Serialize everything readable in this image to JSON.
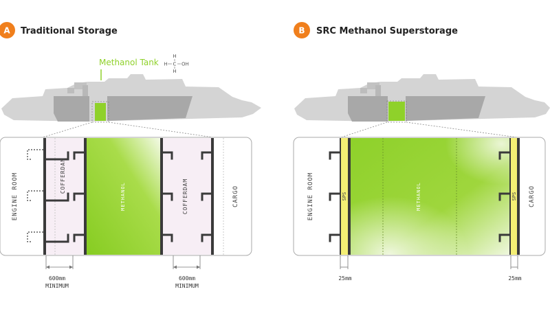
{
  "panel_a": {
    "badge": "A",
    "title": "Traditional Storage",
    "tank_callout": "Methanol Tank",
    "formula": {
      "h_top": "H",
      "c": "C",
      "oh": "OH",
      "h_left": "H",
      "h_bottom": "H"
    },
    "labels": {
      "engine_room": "ENGINE ROOM",
      "cofferdam_left": "COFFERDAM",
      "methanol": "METHANOL",
      "cofferdam_right": "COFFERDAM",
      "cargo": "CARGO"
    },
    "dimension_left": {
      "value": "600mm",
      "note": "MINIMUM"
    },
    "dimension_right": {
      "value": "600mm",
      "note": "MINIMUM"
    }
  },
  "panel_b": {
    "badge": "B",
    "title": "SRC Methanol Superstorage",
    "labels": {
      "engine_room": "ENGINE ROOM",
      "sps_left": "SPS",
      "methanol": "METHANOL",
      "sps_right": "SPS",
      "cargo": "CARGO"
    },
    "dimension_left": "25mm",
    "dimension_right": "25mm"
  },
  "colors": {
    "badge_orange": "#f07f1c",
    "methanol_green": "#8fd12a",
    "ship_grey": "#d4d4d4",
    "ship_dark_grey": "#a8a8a8",
    "cofferdam_pink": "#f7eef5",
    "sps_yellow": "#f4ef74",
    "bulkhead": "#3a3a3a"
  }
}
